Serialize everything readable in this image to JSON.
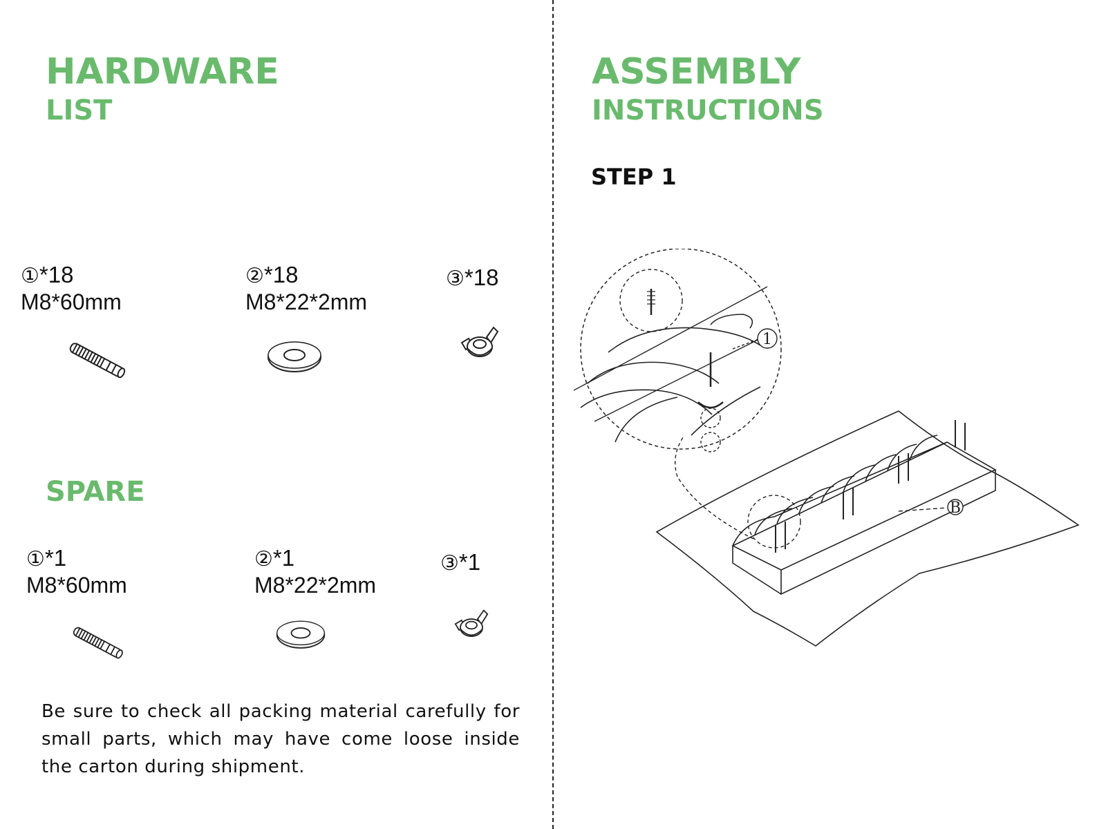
{
  "hardware": {
    "title": "HARDWARE",
    "subtitle": "LIST",
    "items": [
      {
        "marker": "①",
        "qty": "*18",
        "size": "M8*60mm",
        "icon": "bolt-icon"
      },
      {
        "marker": "②",
        "qty": "*18",
        "size": "M8*22*2mm",
        "icon": "washer-icon"
      },
      {
        "marker": "③",
        "qty": "*18",
        "size": "",
        "icon": "wing-nut-icon"
      }
    ]
  },
  "spare": {
    "title": "SPARE",
    "items": [
      {
        "marker": "①",
        "qty": "*1",
        "size": "M8*60mm",
        "icon": "bolt-icon"
      },
      {
        "marker": "②",
        "qty": "*1",
        "size": "M8*22*2mm",
        "icon": "washer-icon"
      },
      {
        "marker": "③",
        "qty": "*1",
        "size": "",
        "icon": "wing-nut-icon"
      }
    ]
  },
  "note": "Be sure to check all packing material carefully for small parts, which may have come loose inside the carton during shipment.",
  "assembly": {
    "title": "ASSEMBLY",
    "subtitle": "INSTRUCTIONS",
    "step_label": "STEP 1",
    "callout_part": "1",
    "callout_panel": "B"
  },
  "colors": {
    "heading_green": "#6aba6d",
    "text": "#111111",
    "line_art": "#222222"
  }
}
